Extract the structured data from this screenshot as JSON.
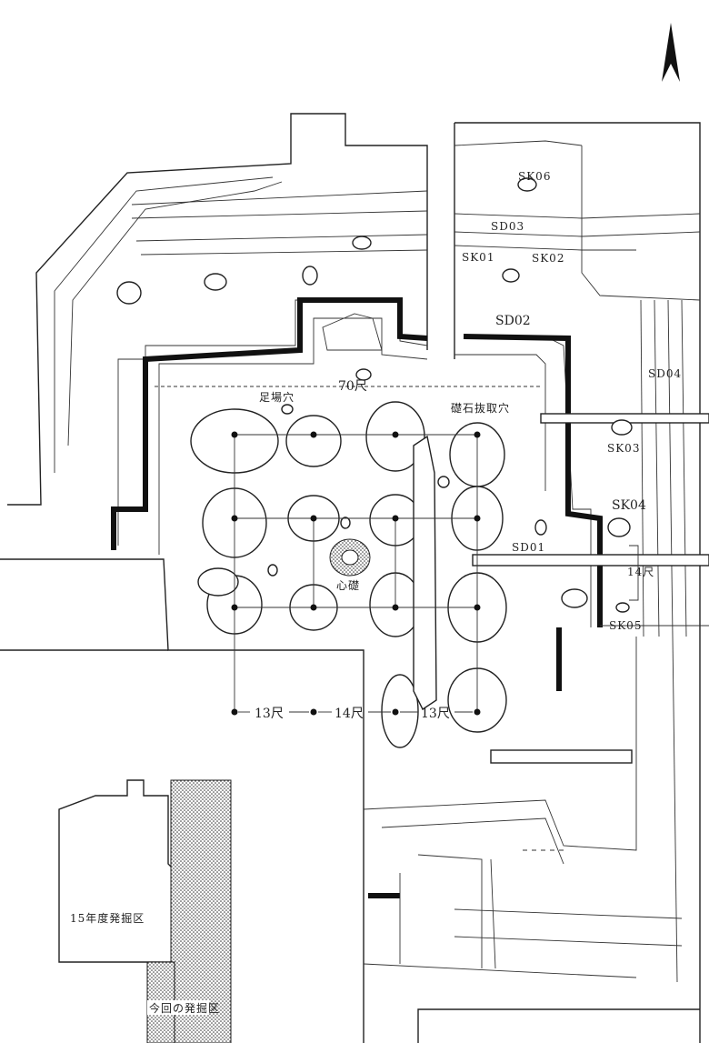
{
  "labels": {
    "north": "",
    "sk06": "SK06",
    "sd03": "SD03",
    "sk01": "SK01",
    "sk02": "SK02",
    "sd02": "SD02",
    "sd04": "SD04",
    "sk03": "SK03",
    "sk04": "SK04",
    "sd01": "SD01",
    "sk05": "SK05",
    "dim_70": "70尺",
    "dim_14_right": "14尺",
    "scaffold_hole": "足場穴",
    "robbed_stone_hole": "礎石抜取穴",
    "heart_stone": "心礎",
    "dim_13_left": "13尺",
    "dim_14_bottom": "14尺",
    "dim_13_right": "13尺",
    "legend_15": "15年度発掘区",
    "legend_current": "今回の発掘区"
  }
}
